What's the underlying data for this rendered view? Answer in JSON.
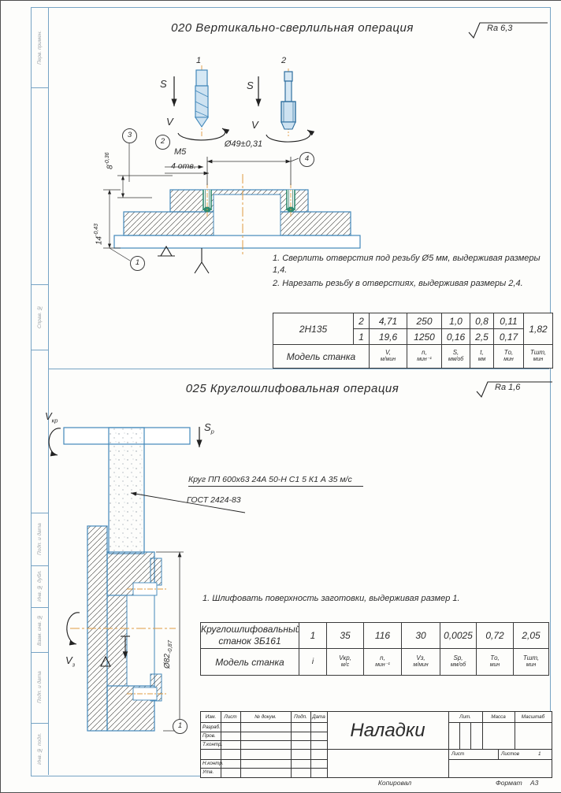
{
  "colors": {
    "frame": "#76a3c4",
    "drawing_line": "#4288ba",
    "centerline": "#e09b42",
    "thread": "#2e8b6f",
    "hatch": "#3b3b3b"
  },
  "side_strip": {
    "labels": [
      "Перв. примен.",
      "Справ. №",
      "Подп. и дата",
      "Инв. № дубл.",
      "Взам. инв. №",
      "Подп. и дата",
      "Инв. № подл."
    ]
  },
  "op020": {
    "title": "020 Вертикально-сверлильная операция",
    "roughness": "Ra 6,3",
    "tools": {
      "tool1_no": "1",
      "tool2_no": "2",
      "feed_label": "S",
      "speed_label": "V"
    },
    "dims": {
      "dia49": "Ø49±0,31",
      "m5": "М5",
      "holes": "4 отв.",
      "dim8": "8",
      "dim8_tol": "-0,36",
      "dim14": "14",
      "dim14_tol": "-0,43",
      "balloon1": "1",
      "balloon2": "2",
      "balloon3": "3",
      "balloon4": "4"
    },
    "notes": [
      "1. Сверлить отверстия под резьбу Ø5 мм, выдерживая размеры 1,4.",
      "2. Нарезать резьбу в отверстиях, выдерживая размеры 2,4."
    ],
    "table": {
      "machine": "2Н135",
      "model_label": "Модель станка",
      "rows": [
        {
          "tool": "2",
          "v": "4,71",
          "n": "250",
          "s": "1,0",
          "t": "0,8",
          "to": "0,11"
        },
        {
          "tool": "1",
          "v": "19,6",
          "n": "1250",
          "s": "0,16",
          "t": "2,5",
          "to": "0,17"
        }
      ],
      "tsht": "1,82",
      "headers": [
        {
          "sym": "V,",
          "unit": "м/мин"
        },
        {
          "sym": "n,",
          "unit": "мин⁻¹"
        },
        {
          "sym": "S,",
          "unit": "мм/об"
        },
        {
          "sym": "t,",
          "unit": "мм"
        },
        {
          "sym": "Tо,",
          "unit": "мин"
        },
        {
          "sym": "Tшт,",
          "unit": "мин"
        }
      ]
    }
  },
  "op025": {
    "title": "025 Круглошлифовальная операция",
    "roughness": "Ra 1,6",
    "labels": {
      "v_wheel_main": "V",
      "v_wheel_sub": "кр",
      "s_rad_main": "S",
      "s_rad_sub": "р",
      "v_work_main": "V",
      "v_work_sub": "з"
    },
    "wheel_spec_line1": "Круг ПП 600x63 24А 50-Н С1 5 К1 А 35 м/с",
    "wheel_spec_line2": "ГОСТ 2424-83",
    "dims": {
      "dia82": "Ø82",
      "dia82_tol": "-0,87",
      "balloon1": "1"
    },
    "note": "1. Шлифовать поверхность заготовки, выдерживая размер 1.",
    "table": {
      "machine_line1": "Круглошлифовальный",
      "machine_line2": "станок 3Б161",
      "model_label": "Модель станка",
      "values": {
        "i": "1",
        "v": "35",
        "n": "116",
        "vz": "30",
        "s": "0,0025",
        "to": "0,72",
        "tsht": "2,05"
      },
      "headers": [
        {
          "sym": "i",
          "unit": ""
        },
        {
          "sym": "Vкр,",
          "unit": "м/с"
        },
        {
          "sym": "n,",
          "unit": "мин⁻¹"
        },
        {
          "sym": "Vз,",
          "unit": "м/мин"
        },
        {
          "sym": "Sр,",
          "unit": "мм/об"
        },
        {
          "sym": "Tо,",
          "unit": "мин"
        },
        {
          "sym": "Tшт,",
          "unit": "мин"
        }
      ]
    }
  },
  "title_block": {
    "title": "Наладки",
    "header_cols": [
      "Изм.",
      "Лист",
      "№ докум.",
      "Подп.",
      "Дата"
    ],
    "row_labels": [
      "Разраб.",
      "Пров.",
      "Т.контр.",
      "",
      "Н.контр.",
      "Утв."
    ],
    "lit_label": "Лит.",
    "mass_label": "Масса",
    "scale_label": "Масштаб",
    "sheet_label": "Лист",
    "sheets_label": "Листов",
    "sheets_value": "1"
  },
  "footer": {
    "copied_label": "Копировал",
    "format_label": "Формат",
    "format_value": "А3"
  }
}
